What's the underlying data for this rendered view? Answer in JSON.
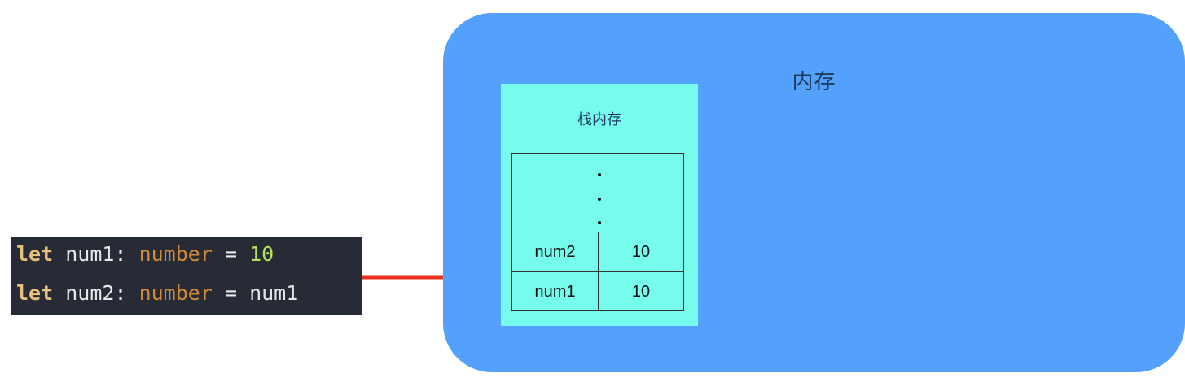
{
  "code": {
    "lines": [
      {
        "keyword": "let",
        "identifier": "num1",
        "colon": ":",
        "type": "number",
        "equals": "=",
        "value": "10"
      },
      {
        "keyword": "let",
        "identifier": "num2",
        "colon": ":",
        "type": "number",
        "equals": "=",
        "value": "num1"
      }
    ]
  },
  "memory": {
    "title": "内存",
    "color": "#53a0fd",
    "stack": {
      "title": "栈内存",
      "color": "#76fbec",
      "rows": [
        {
          "name": "num2",
          "value": "10"
        },
        {
          "name": "num1",
          "value": "10"
        }
      ]
    }
  },
  "arrow": {
    "color": "#e8321e"
  }
}
